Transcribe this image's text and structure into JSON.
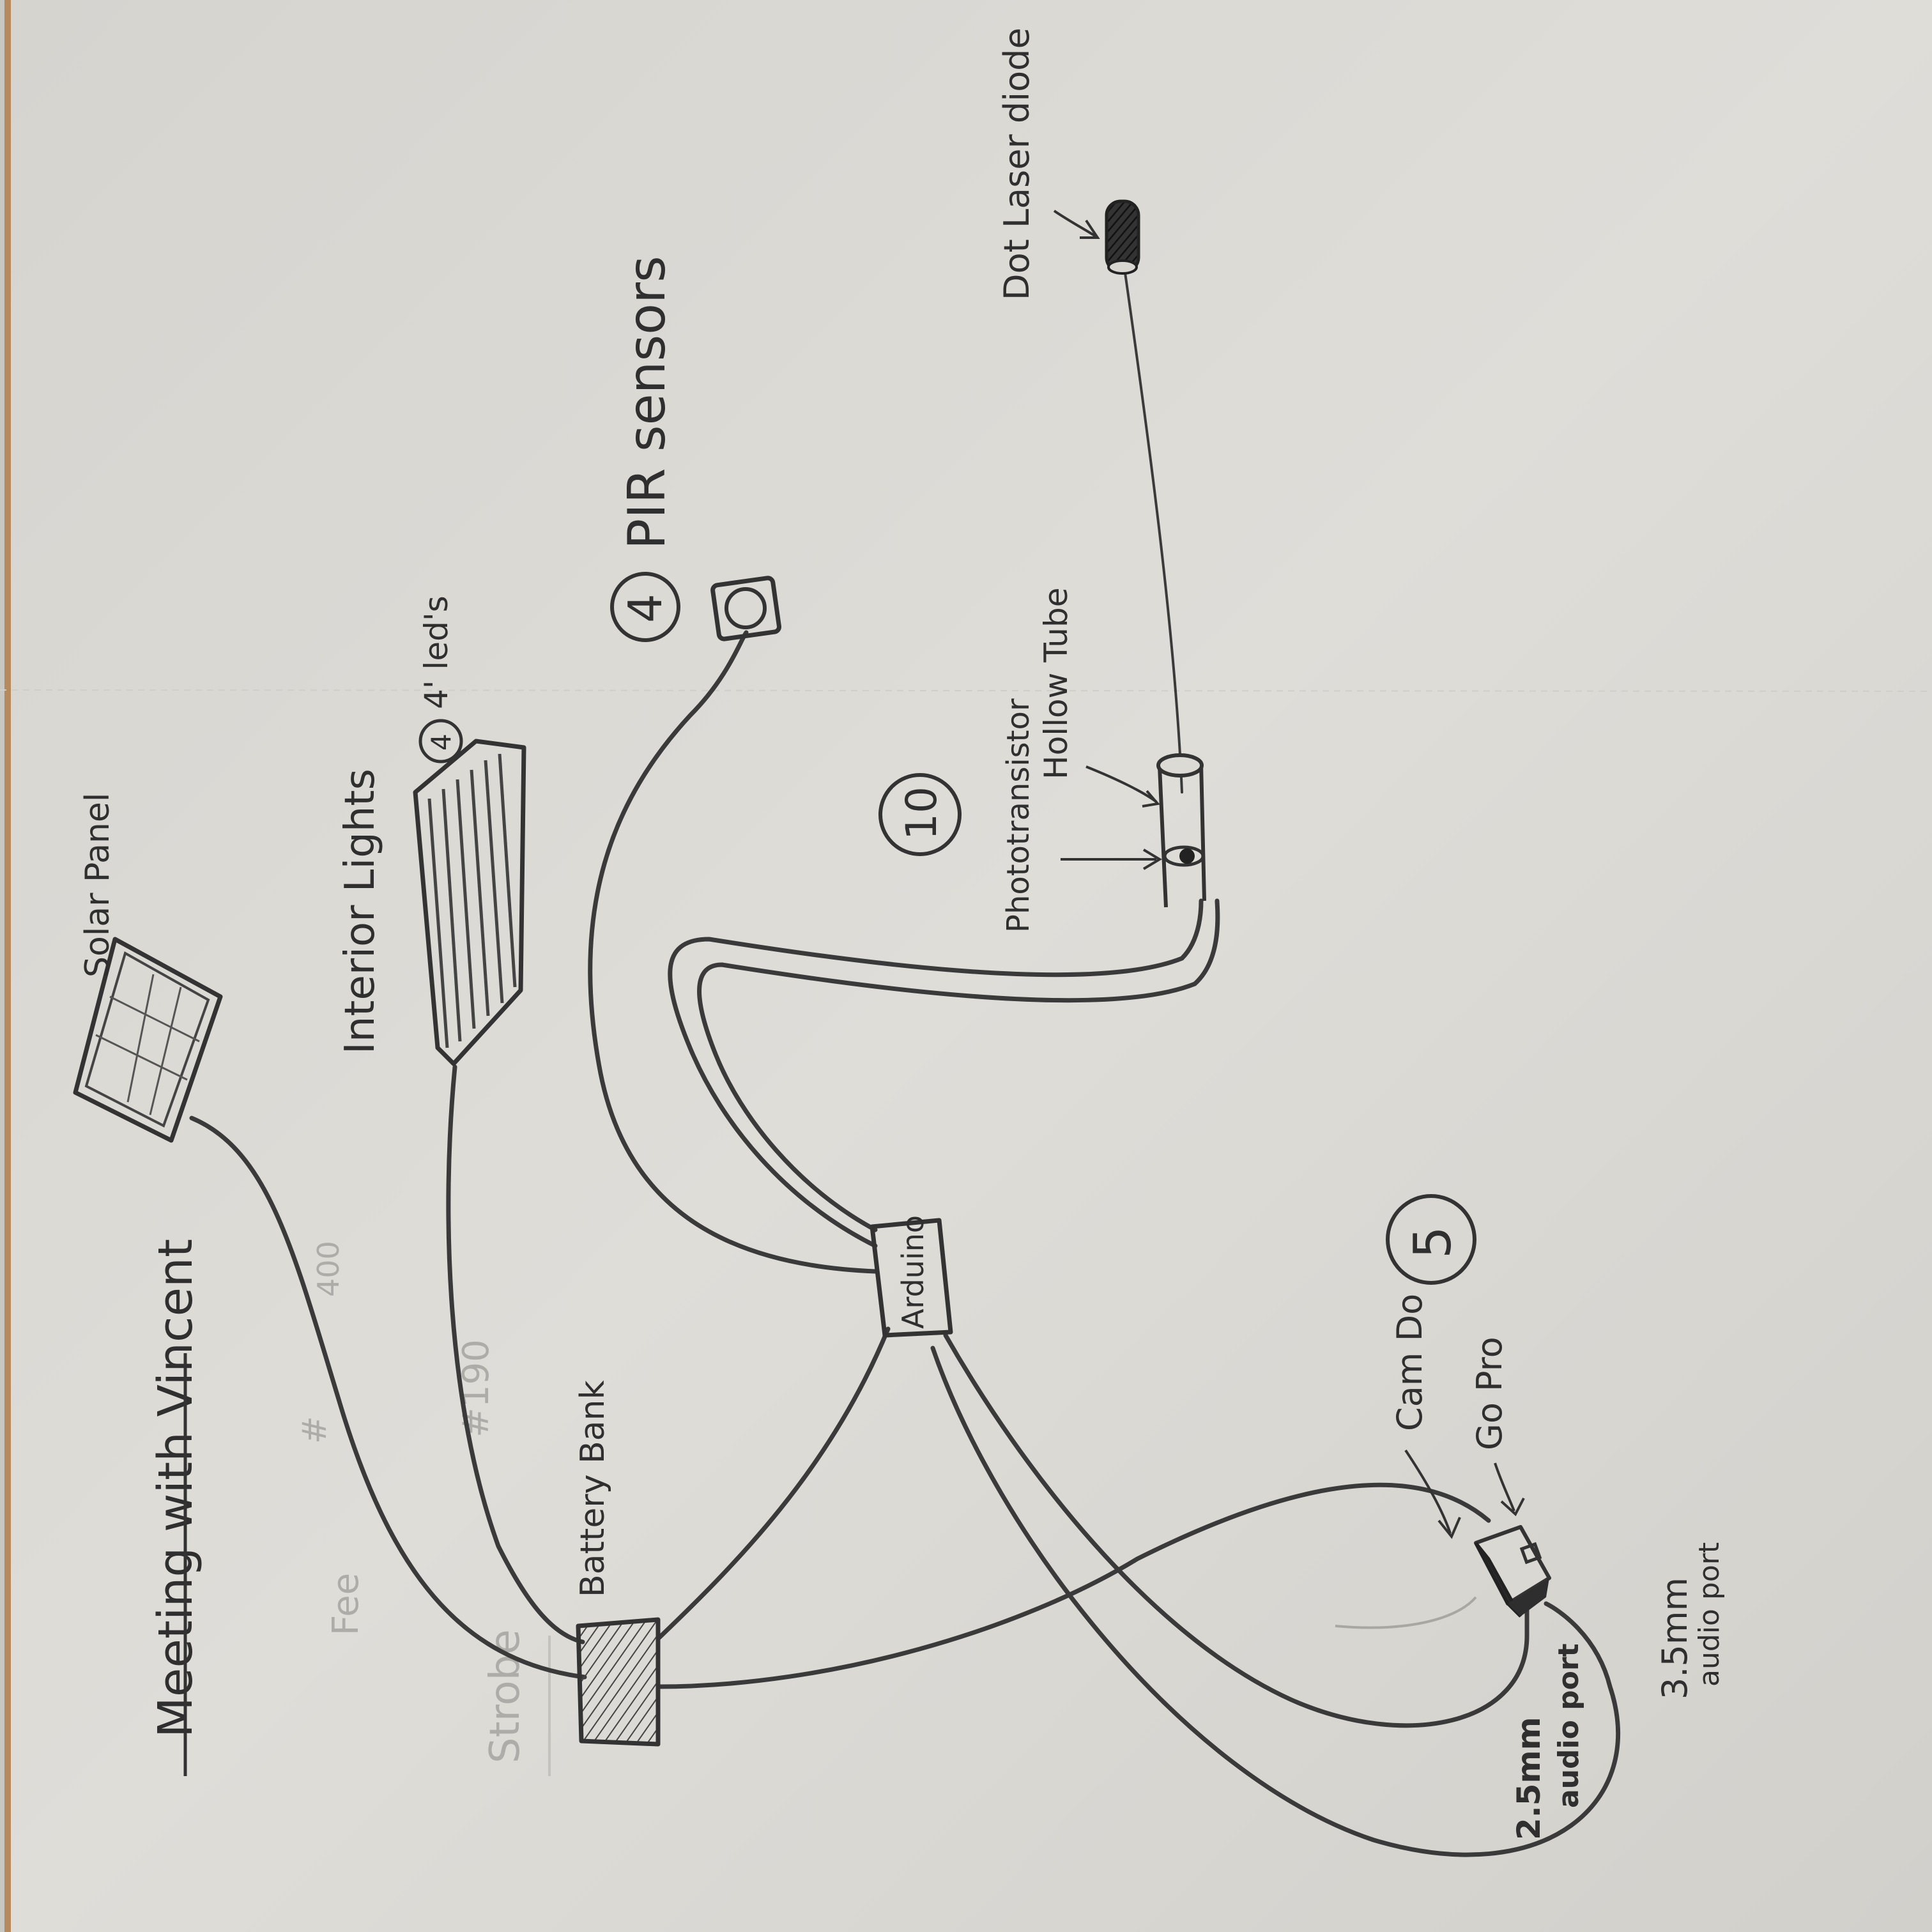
{
  "sheet": {
    "title": "Meeting with Vincent",
    "faint_notes": [
      "#",
      "Fee",
      "Strobe",
      "#190",
      "400"
    ]
  },
  "labels": {
    "solar_panel": "Solar Panel",
    "interior_lights": "Interior Lights",
    "leds_count": "4",
    "leds_desc": "4' led's",
    "pir_count": "4",
    "pir_desc": "PIR sensors",
    "laser": "Dot Laser diode",
    "hollow_tube": "Hollow Tube",
    "phototransistor": "Phototransistor",
    "photo_count": "10",
    "arduino": "Arduino",
    "battery_bank": "Battery Bank",
    "camera_count": "5",
    "cam_do": "Cam Do",
    "go_pro": "Go Pro",
    "port_25_size": "2.5mm",
    "port_25_desc": "audio port",
    "port_35_size": "3.5mm",
    "port_35_desc": "audio port"
  },
  "colors": {
    "paper": "#dcdad5",
    "ink": "#333333",
    "faint_ink": "#aeaca8"
  }
}
